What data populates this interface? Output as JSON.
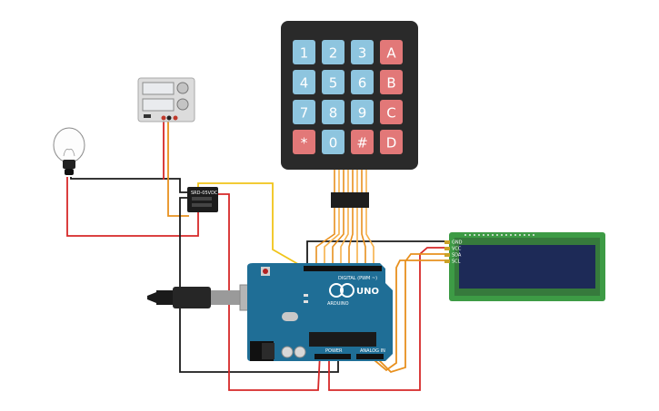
{
  "keypad": {
    "rows": [
      [
        {
          "label": "1",
          "kind": "num"
        },
        {
          "label": "2",
          "kind": "num"
        },
        {
          "label": "3",
          "kind": "num"
        },
        {
          "label": "A",
          "kind": "fn"
        }
      ],
      [
        {
          "label": "4",
          "kind": "num"
        },
        {
          "label": "5",
          "kind": "num"
        },
        {
          "label": "6",
          "kind": "num"
        },
        {
          "label": "B",
          "kind": "fn"
        }
      ],
      [
        {
          "label": "7",
          "kind": "num"
        },
        {
          "label": "8",
          "kind": "num"
        },
        {
          "label": "9",
          "kind": "num"
        },
        {
          "label": "C",
          "kind": "fn"
        }
      ],
      [
        {
          "label": "*",
          "kind": "fn"
        },
        {
          "label": "0",
          "kind": "num"
        },
        {
          "label": "#",
          "kind": "fn"
        },
        {
          "label": "D",
          "kind": "fn"
        }
      ]
    ],
    "colors": {
      "num": "#8ec5df",
      "fn": "#e27878",
      "body": "#2a2a2a"
    }
  },
  "arduino": {
    "model_label": "UNO",
    "brand_label": "ARDUINO",
    "digital_label": "DIGITAL (PWM ~)",
    "power_label": "POWER",
    "analog_label": "ANALOG IN",
    "board_color": "#1f6e96"
  },
  "lcd": {
    "pin_labels": [
      "GND",
      "VCC",
      "SDA",
      "SCL"
    ],
    "board_color": "#3d9b45",
    "screen_color": "#1d2a57"
  },
  "relay": {
    "label": "SRD-05VDC"
  },
  "wire_colors": {
    "red": "#d62828",
    "black": "#1a1a1a",
    "orange": "#e8901e",
    "yellow": "#f0c419"
  }
}
